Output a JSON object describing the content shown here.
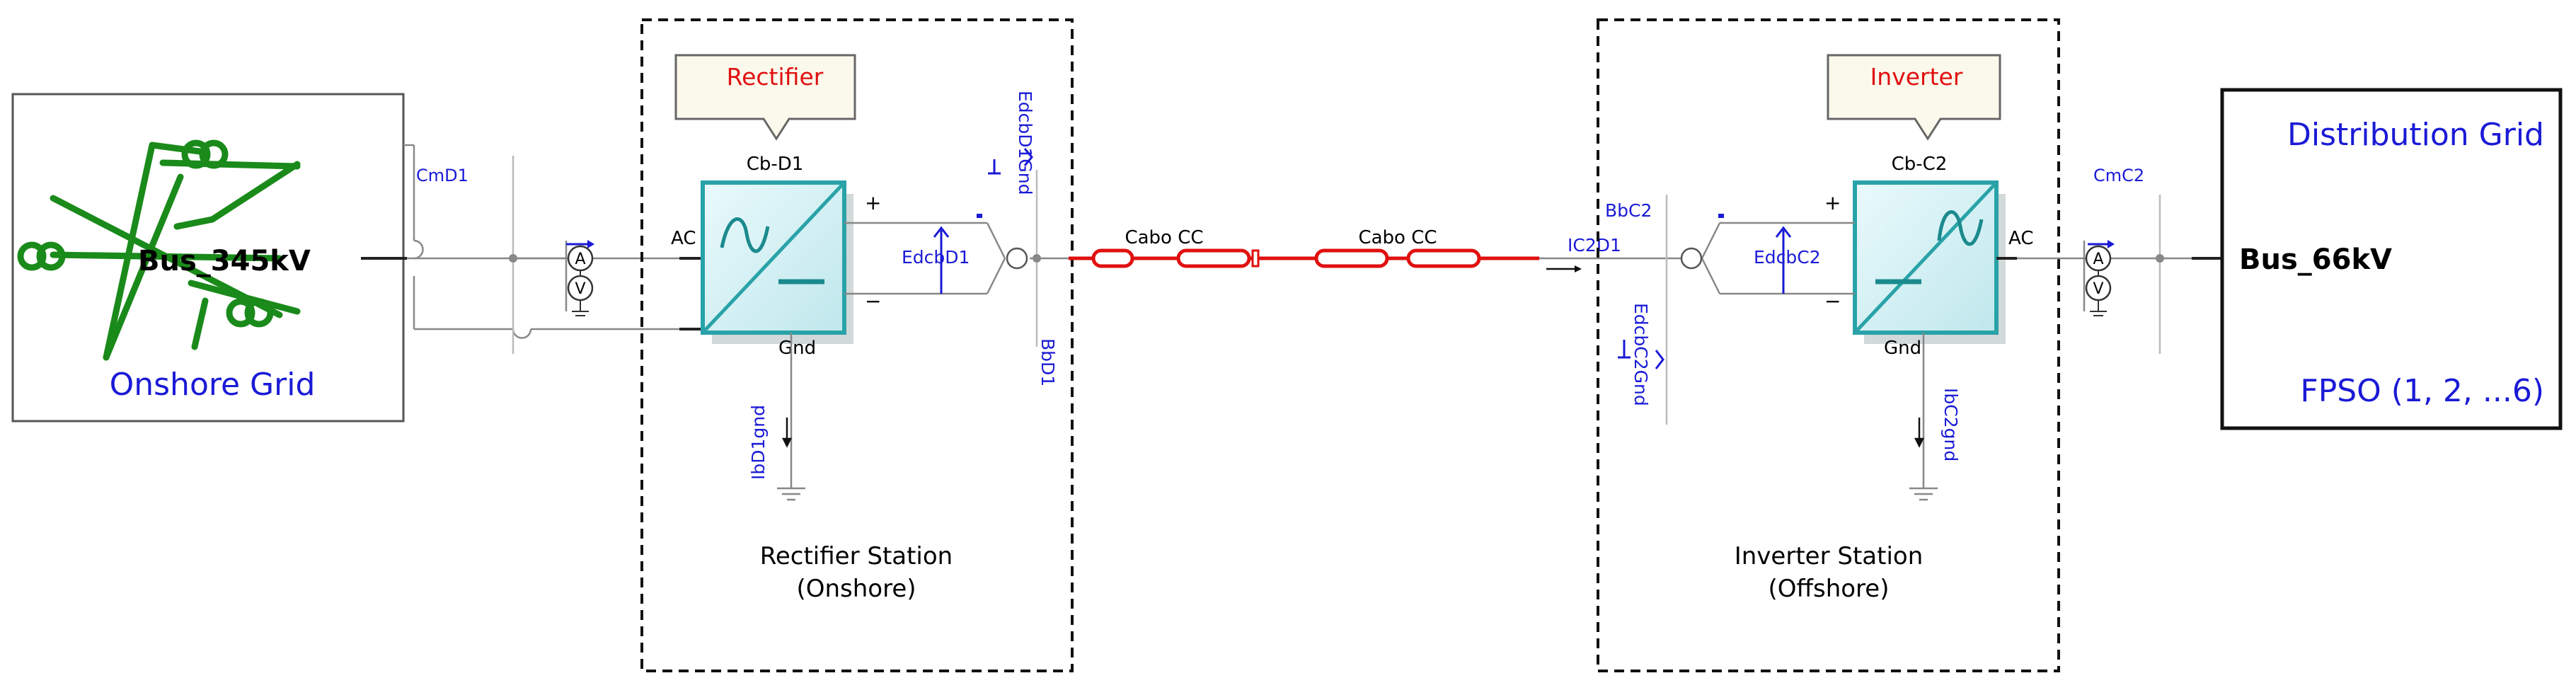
{
  "onshore": {
    "bus_label": "Bus_345kV",
    "grid_label": "Onshore Grid"
  },
  "rectifier_station": {
    "title": "Rectifier Station",
    "subtitle": "(Onshore)",
    "callout": "Rectifier",
    "converter_label": "Cb-D1",
    "ac_label": "AC",
    "gnd_label": "Gnd",
    "plus": "+",
    "minus": "−",
    "voltage_meter": "EdcbD1",
    "ground_meter": "EdcbD1Gnd",
    "ground_current": "IbD1gnd",
    "breaker_label": "BbD1",
    "ac_breaker_label": "CmD1"
  },
  "cable": {
    "segment_1": "Cabo  CC",
    "segment_2": "Cabo  CC",
    "current_label": "IC2D1"
  },
  "inverter_station": {
    "title": "Inverter Station",
    "subtitle": "(Offshore)",
    "callout": "Inverter",
    "converter_label": "Cb-C2",
    "ac_label": "AC",
    "gnd_label": "Gnd",
    "plus": "+",
    "minus": "−",
    "voltage_meter": "EdcbC2",
    "ground_meter": "EdcbC2Gnd",
    "ground_current": "IbC2gnd",
    "breaker_label": "BbC2",
    "ac_breaker_label": "CmC2"
  },
  "offshore": {
    "title": "Distribution Grid",
    "bus_label": "Bus_66kV",
    "fpso_label": "FPSO (1, 2, ...6)"
  },
  "meters": {
    "ammeter": "A",
    "voltmeter": "V"
  },
  "colors": {
    "label_blue": "#1a1ad6",
    "callout_red": "#e01010",
    "grid_green": "#1a8a1a",
    "cable_red": "#e01010",
    "converter_teal": "#29a3a8",
    "converter_fill": "#d6f2f5"
  }
}
